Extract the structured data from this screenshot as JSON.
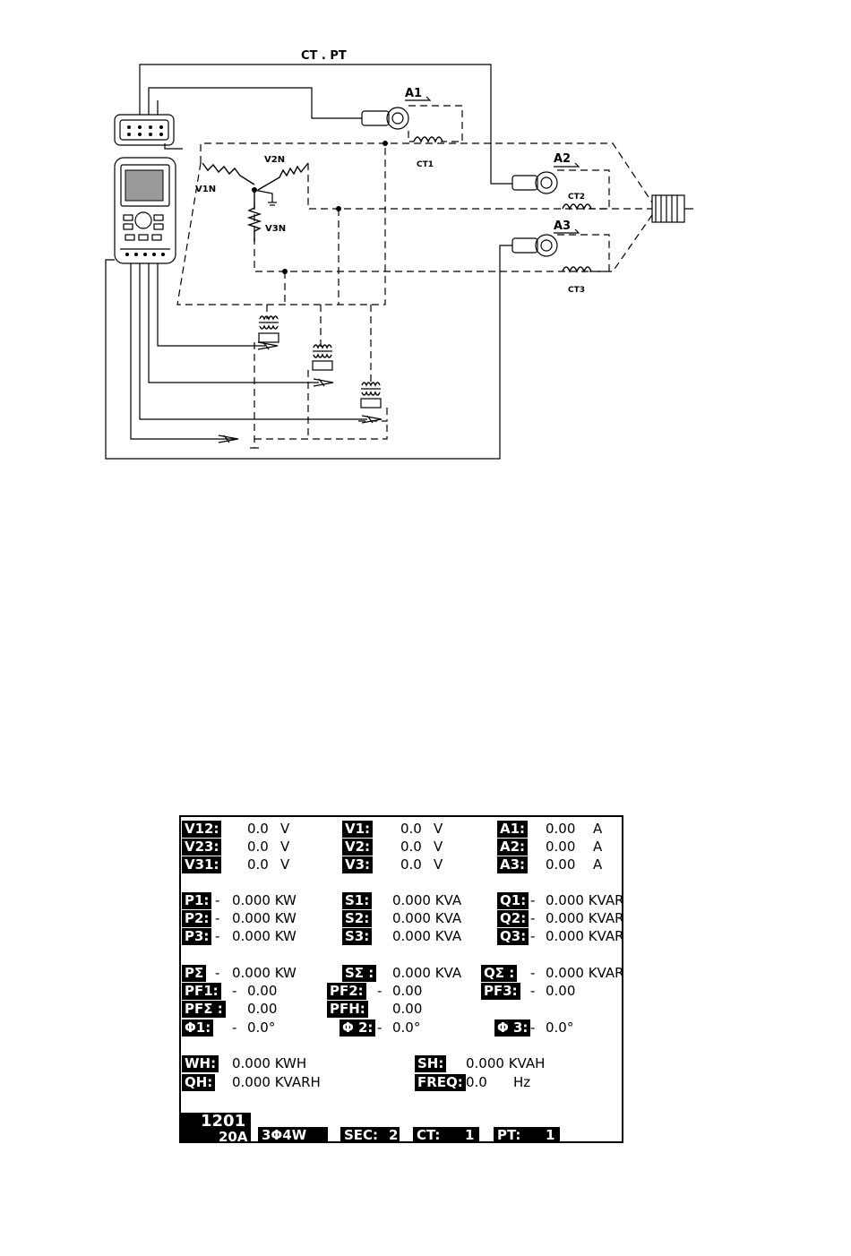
{
  "diagram": {
    "labels": {
      "ct_pt": "CT . PT",
      "a1": "A1",
      "a2": "A2",
      "a3": "A3",
      "ct1": "CT1",
      "ct2": "CT2",
      "ct3": "CT3",
      "v1n": "V1N",
      "v2n": "V2N",
      "v3n": "V3N"
    }
  },
  "lcd": {
    "r1": {
      "v12": {
        "label": "V12:",
        "value": "0.0",
        "unit": "V"
      },
      "v1": {
        "label": "V1:",
        "value": "0.0",
        "unit": "V"
      },
      "a1": {
        "label": "A1:",
        "value": "0.00",
        "unit": "A"
      }
    },
    "r2": {
      "v23": {
        "label": "V23:",
        "value": "0.0",
        "unit": "V"
      },
      "v2": {
        "label": "V2:",
        "value": "0.0",
        "unit": "V"
      },
      "a2": {
        "label": "A2:",
        "value": "0.00",
        "unit": "A"
      }
    },
    "r3": {
      "v31": {
        "label": "V31:",
        "value": "0.0",
        "unit": "V"
      },
      "v3": {
        "label": "V3:",
        "value": "0.0",
        "unit": "V"
      },
      "a3": {
        "label": "A3:",
        "value": "0.00",
        "unit": "A"
      }
    },
    "power": {
      "p1": {
        "label": "P1:",
        "sign": "-",
        "value": "0.000 KW"
      },
      "p2": {
        "label": "P2:",
        "sign": "-",
        "value": "0.000 KW"
      },
      "p3": {
        "label": "P3:",
        "sign": "-",
        "value": "0.000 KW"
      },
      "s1": {
        "label": "S1:",
        "value": "0.000 KVA"
      },
      "s2": {
        "label": "S2:",
        "value": "0.000 KVA"
      },
      "s3": {
        "label": "S3:",
        "value": "0.000 KVA"
      },
      "q1": {
        "label": "Q1:",
        "sign": "-",
        "value": "0.000 KVAR"
      },
      "q2": {
        "label": "Q2:",
        "sign": "-",
        "value": "0.000 KVAR"
      },
      "q3": {
        "label": "Q3:",
        "sign": "-",
        "value": "0.000 KVAR"
      }
    },
    "totals": {
      "psum": {
        "label": "PΣ",
        "sign": "-",
        "value": "0.000 KW"
      },
      "ssum": {
        "label": "SΣ :",
        "value": "0.000 KVA"
      },
      "qsum": {
        "label": "QΣ :",
        "sign": "-",
        "value": "0.000 KVAR"
      }
    },
    "pf": {
      "pf1": {
        "label": "PF1:",
        "sign": "-",
        "value": "0.00"
      },
      "pf2": {
        "label": "PF2:",
        "sign": "-",
        "value": "0.00"
      },
      "pf3": {
        "label": "PF3:",
        "sign": "-",
        "value": "0.00"
      },
      "pfsum": {
        "label": "PFΣ :",
        "value": "0.00"
      },
      "pfh": {
        "label": "PFH:",
        "value": "0.00"
      }
    },
    "phase": {
      "phi1": {
        "label": "Φ1:",
        "sign": "-",
        "value": "0.0°"
      },
      "phi2": {
        "label": "Φ 2:",
        "sign": "-",
        "value": "0.0°"
      },
      "phi3": {
        "label": "Φ 3:",
        "sign": "-",
        "value": "0.0°"
      }
    },
    "energy": {
      "wh": {
        "label": "WH:",
        "value": "0.000 KWH"
      },
      "qh": {
        "label": "QH:",
        "value": "0.000 KVARH"
      },
      "sh": {
        "label": "SH:",
        "value": "0.000 KVAH"
      },
      "freq": {
        "label": "FREQ:",
        "value": "0.0",
        "unit": "Hz"
      }
    },
    "status": {
      "model": "1201",
      "range": "20A",
      "mode": "3Φ4W",
      "sec_label": "SEC:",
      "sec_value": "2",
      "ct_label": "CT:",
      "ct_value": "1",
      "pt_label": "PT:",
      "pt_value": "1"
    }
  }
}
